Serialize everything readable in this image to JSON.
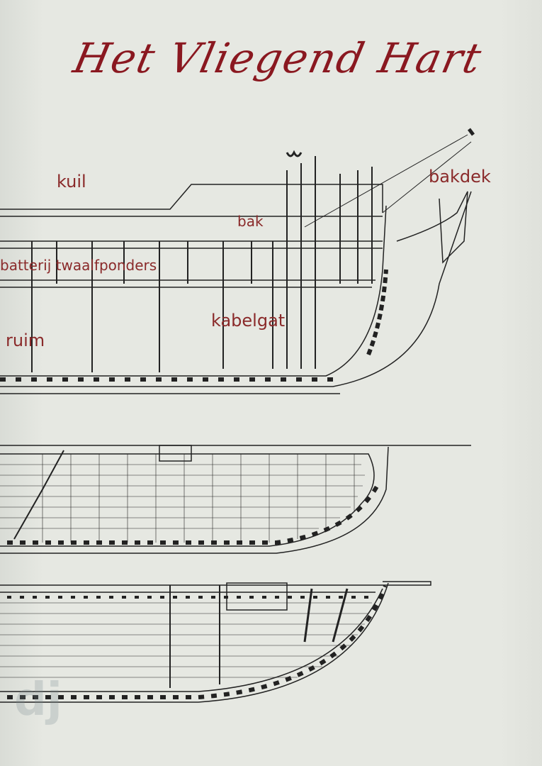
{
  "cover": {
    "title": "Het Vliegend Hart",
    "labels": {
      "kuil": "kuil",
      "bakdek": "bakdek",
      "bak": "bak",
      "batterij": "batterij twaalfponders",
      "kabelgat": "kabelgat",
      "ruim": "ruim"
    },
    "watermark": "dj",
    "ink_color": "#8a1820"
  }
}
